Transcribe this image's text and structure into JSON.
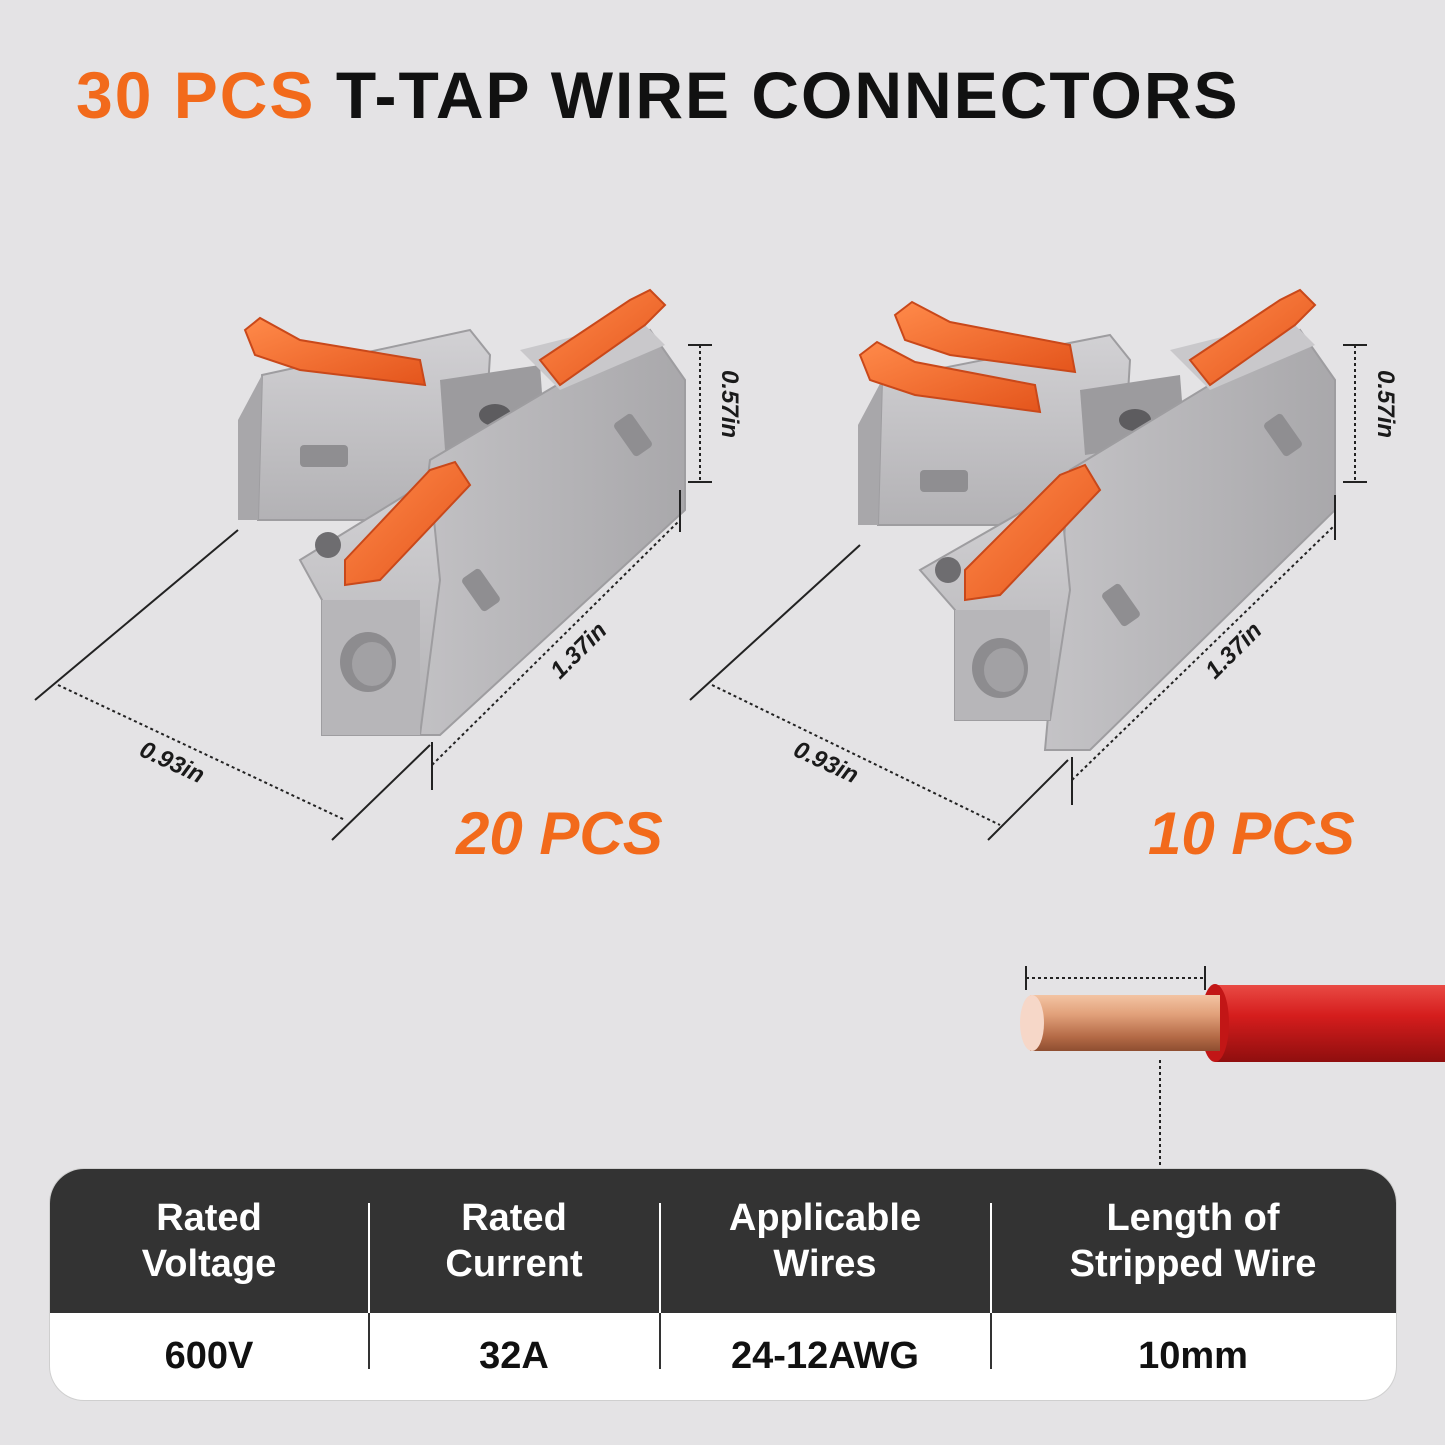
{
  "title": {
    "accent": "30 PCS",
    "main": "T-TAP WIRE CONNECTORS"
  },
  "products": [
    {
      "count_label": "20 PCS",
      "dimensions": {
        "height": "0.57in",
        "length": "1.37in",
        "width": "0.93in"
      },
      "levers": 3
    },
    {
      "count_label": "10 PCS",
      "dimensions": {
        "height": "0.57in",
        "length": "1.37in",
        "width": "0.93in"
      },
      "levers": 4
    }
  ],
  "specs": {
    "headers": [
      "Rated\nVoltage",
      "Rated\nCurrent",
      "Applicable\nWires",
      "Length of\nStripped Wire"
    ],
    "values": [
      "600V",
      "32A",
      "24-12AWG",
      "10mm"
    ]
  },
  "colors": {
    "accent": "#f26a1b",
    "connector_body": "#b9b8bb",
    "lever": "#f2662a",
    "table_header": "#333333",
    "wire_insulation": "#d81e1e",
    "copper": "#d9926c"
  },
  "icons": [
    "connector-3lever-image",
    "connector-4lever-image",
    "stripped-wire-image"
  ]
}
